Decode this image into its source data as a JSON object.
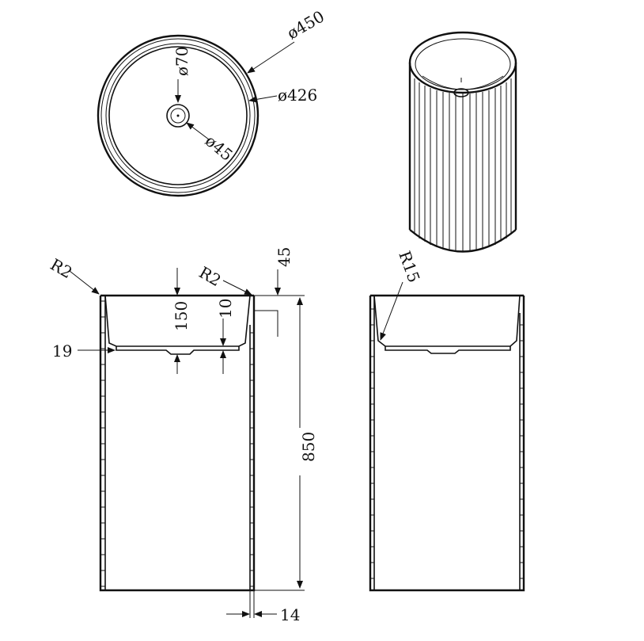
{
  "dimensions": {
    "outer_diameter": "ø450",
    "inner_diameter": "ø426",
    "drain_hole_diameter": "ø70",
    "drain_diameter": "ø45",
    "top_radius_left": "R2",
    "top_radius_right": "R2",
    "rim_height": "45",
    "bowl_depth": "150",
    "floor_thickness": "10",
    "wall_offset": "19",
    "total_height": "850",
    "wall_thickness": "14",
    "inner_radius": "R15"
  }
}
